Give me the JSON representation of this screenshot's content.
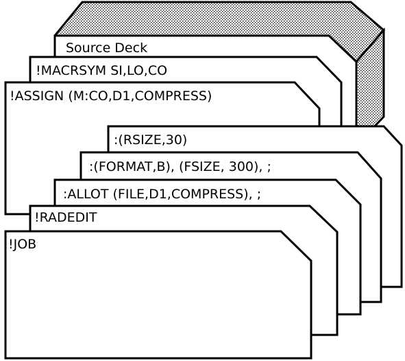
{
  "cards": [
    {
      "id": "source-deck",
      "label": "Source Deck"
    },
    {
      "id": "macrsym",
      "label": "!MACRSYM SI,LO,CO"
    },
    {
      "id": "assign",
      "label": "!ASSIGN (M:CO,D1,COMPRESS)"
    },
    {
      "id": "rsize",
      "label": ":(RSIZE,30)"
    },
    {
      "id": "format",
      "label": ":(FORMAT,B), (FSIZE, 300), ;"
    },
    {
      "id": "allot",
      "label": ":ALLOT (FILE,D1,COMPRESS), ;"
    },
    {
      "id": "radedit",
      "label": "!RADEDIT"
    },
    {
      "id": "job",
      "label": "!JOB"
    }
  ]
}
